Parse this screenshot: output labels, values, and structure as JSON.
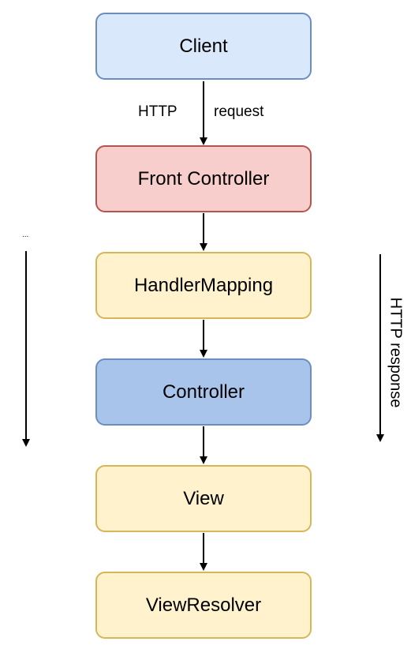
{
  "nodes": [
    {
      "id": "client",
      "label": "Client",
      "fill": "#dae8fc",
      "stroke": "#6c8ebf"
    },
    {
      "id": "front_controller",
      "label": "Front Controller",
      "fill": "#f8cecc",
      "stroke": "#b85450"
    },
    {
      "id": "handler_mapping",
      "label": "HandlerMapping",
      "fill": "#fff2cc",
      "stroke": "#d6b656"
    },
    {
      "id": "controller",
      "label": "Controller",
      "fill": "#a9c4eb",
      "stroke": "#6c8ebf"
    },
    {
      "id": "view",
      "label": "View",
      "fill": "#fff2cc",
      "stroke": "#d6b656"
    },
    {
      "id": "view_resolver",
      "label": "ViewResolver",
      "fill": "#fff2cc",
      "stroke": "#d6b656"
    }
  ],
  "edge_labels": {
    "http": "HTTP",
    "request": "request",
    "response": "HTTP response",
    "ellipsis": "..."
  }
}
